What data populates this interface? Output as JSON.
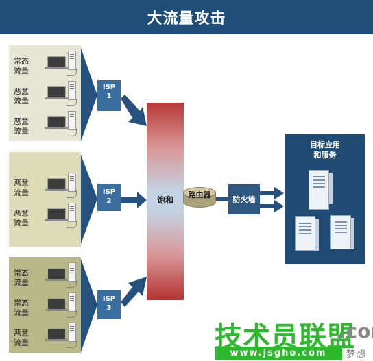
{
  "header": {
    "title": "大流量攻击"
  },
  "groups": [
    {
      "rows": [
        {
          "label": "常态流量"
        },
        {
          "label": "恶意流量"
        },
        {
          "label": "恶意流量"
        }
      ]
    },
    {
      "rows": [
        {
          "label": "恶意流量"
        },
        {
          "label": "恶意流量"
        }
      ]
    },
    {
      "rows": [
        {
          "label": "常态流量"
        },
        {
          "label": "常态流量"
        },
        {
          "label": "恶意流量"
        }
      ]
    }
  ],
  "isps": [
    {
      "name": "ISP",
      "num": "1"
    },
    {
      "name": "ISP",
      "num": "2"
    },
    {
      "name": "ISP",
      "num": "3"
    }
  ],
  "pipe": {
    "label": "饱和"
  },
  "router": {
    "label": "路由器"
  },
  "firewall": {
    "label": "防火墙"
  },
  "target": {
    "title_line1": "目标应用",
    "title_line2": "和服务"
  },
  "watermark": {
    "brand": "技术员联盟",
    "com": ".com",
    "url": "www.jsgho.com",
    "dream": "梦想"
  },
  "colors": {
    "header": "#1f4f79",
    "arrow": "#25517c",
    "group1": "#e6e6d3",
    "group2": "#dcdcb8",
    "group3": "#b9b889",
    "pipe_red": "#b73838",
    "watermark_green": "#2db82d"
  }
}
